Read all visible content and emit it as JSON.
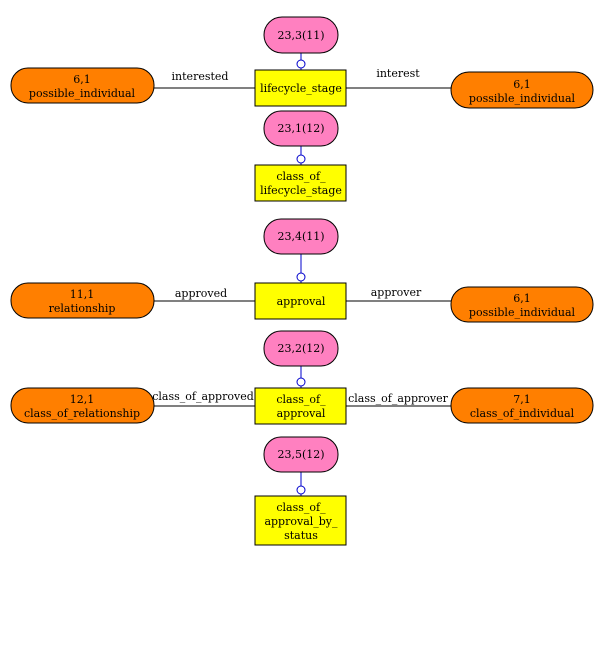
{
  "colors": {
    "entity_fill": "#ffff00",
    "ref_fill": "#ff7f00",
    "pink_fill": "#ff80c0",
    "connector": "#0000cc",
    "line": "#000000"
  },
  "pink": {
    "p1": "23,3(11)",
    "p2": "23,1(12)",
    "p3": "23,4(11)",
    "p4": "23,2(12)",
    "p5": "23,5(12)"
  },
  "entities": {
    "lifecycle_stage": [
      "lifecycle_stage"
    ],
    "class_of_lifecycle_stage": [
      "class_of_",
      "lifecycle_stage"
    ],
    "approval": [
      "approval"
    ],
    "class_of_approval": [
      "class_of_",
      "approval"
    ],
    "class_of_approval_by_status": [
      "class_of_",
      "approval_by_",
      "status"
    ]
  },
  "refs": {
    "r1": [
      "6,1",
      "possible_individual"
    ],
    "r2": [
      "6,1",
      "possible_individual"
    ],
    "r3": [
      "11,1",
      "relationship"
    ],
    "r4": [
      "6,1",
      "possible_individual"
    ],
    "r5": [
      "12,1",
      "class_of_relationship"
    ],
    "r6": [
      "7,1",
      "class_of_individual"
    ]
  },
  "relations": {
    "interested": "interested",
    "interest": "interest",
    "approved": "approved",
    "approver": "approver",
    "class_of_approved": "class_of_approved",
    "class_of_approver": "class_of_approver"
  }
}
